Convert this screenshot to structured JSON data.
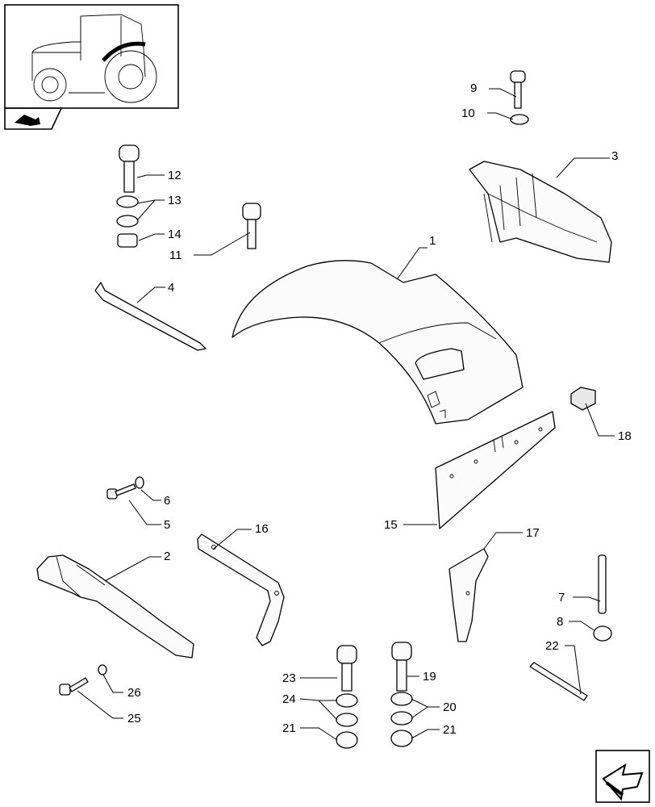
{
  "callouts": {
    "c1": "1",
    "c2": "2",
    "c3": "3",
    "c4": "4",
    "c5": "5",
    "c6": "6",
    "c7": "7",
    "c8": "8",
    "c9": "9",
    "c10": "10",
    "c11": "11",
    "c12": "12",
    "c13": "13",
    "c14": "14",
    "c15": "15",
    "c16": "16",
    "c17": "17",
    "c18": "18",
    "c19": "19",
    "c20": "20",
    "c21a": "21",
    "c21b": "21",
    "c22": "22",
    "c23": "23",
    "c24": "24",
    "c25": "25",
    "c26": "26"
  },
  "icons": {
    "nav_prev": "arrow-back-icon",
    "nav_next": "arrow-forward-icon",
    "thumbnail": "tractor-locator-icon"
  }
}
